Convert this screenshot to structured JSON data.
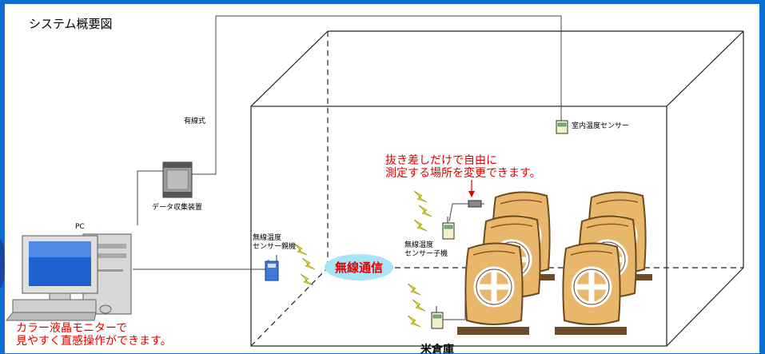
{
  "diagram": {
    "title": "システム概要図",
    "wired_label": "有線式",
    "collector_label": "データ収集装置",
    "pc_label": "PC",
    "room_sensor_label": "室内温度センサー",
    "parent_sensor_label": [
      "無線温度",
      "センサー親機"
    ],
    "child_sensor_label": [
      "無線温度",
      "センサー子機"
    ],
    "wireless_label": "無線通信",
    "plug_note": [
      "抜き差しだけで自由に",
      "測定する場所を変更できます。"
    ],
    "monitor_note": [
      "カラー液晶モニターで",
      "見やすく直感操作ができます。"
    ],
    "warehouse_label": "米倉庫"
  },
  "colors": {
    "background": "#0a6fd0",
    "red_text": "#e00000",
    "wireless_bubble": "#a9e4f6",
    "rice_bag": "#e9b76b"
  }
}
